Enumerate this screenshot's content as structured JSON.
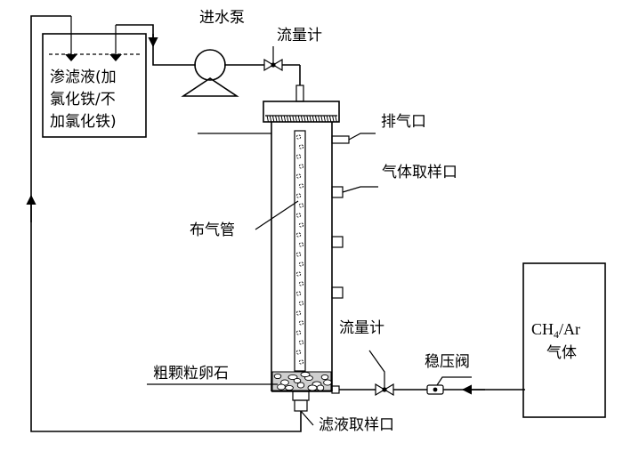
{
  "labels": {
    "leachate_tank_line1": "渗滤液(加",
    "leachate_tank_line2": "氯化铁/不",
    "leachate_tank_line3": "加氯化铁)",
    "inlet_pump": "进水泵",
    "flowmeter_top": "流量计",
    "exhaust_port": "排气口",
    "gas_sampling_port": "气体取样口",
    "gas_distribution_pipe": "布气管",
    "flowmeter_bottom": "流量计",
    "pressure_valve": "稳压阀",
    "gas_source_formula_main": "CH",
    "gas_source_formula_sub": "4",
    "gas_source_formula_rest": "/Ar",
    "gas_source_line2": "气体",
    "gravel_layer": "粗颗粒卵石",
    "filtrate_sampling_port": "滤液取样口"
  },
  "colors": {
    "stroke": "#000000",
    "background": "#ffffff",
    "gravel_fill": "#cfcfcf"
  }
}
